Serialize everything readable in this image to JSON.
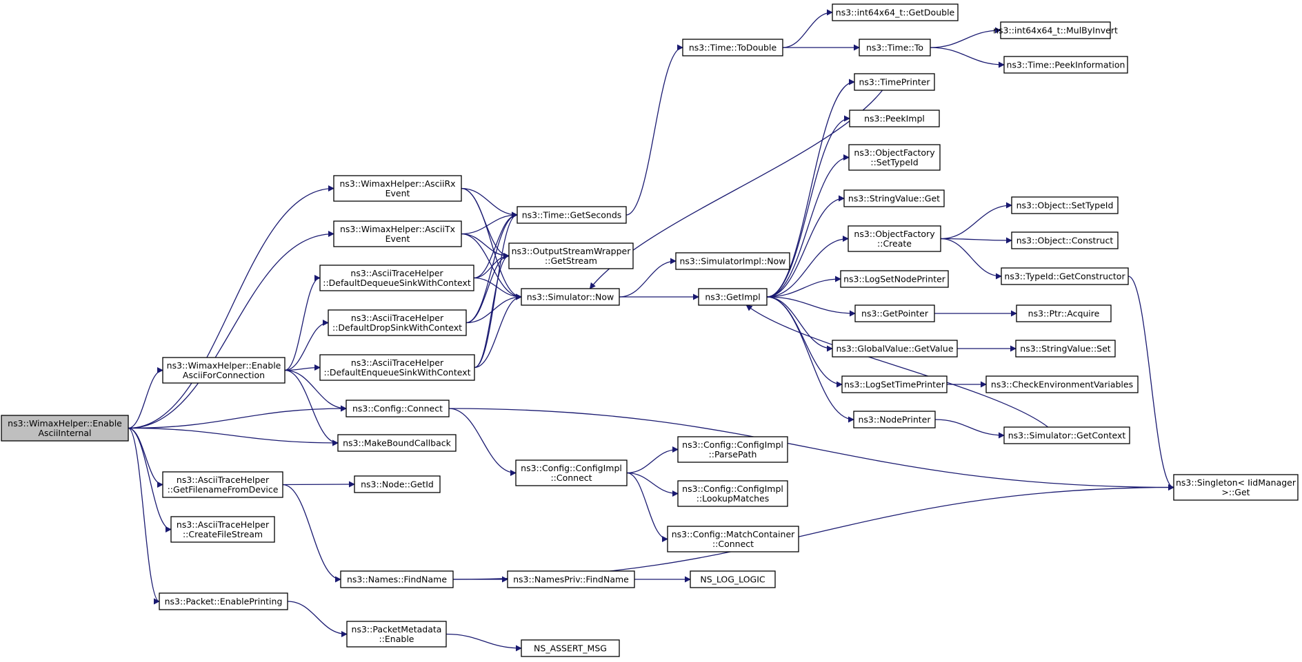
{
  "diagram": {
    "type": "call-graph",
    "colors": {
      "edge": "#191970",
      "node_border": "#000000",
      "node_border_truncated": "#ff0000",
      "root_fill": "#bfbfbf",
      "background": "#ffffff"
    },
    "nodes": [
      {
        "id": "root",
        "lines": [
          "ns3::WimaxHelper::Enable",
          "AsciiInternal"
        ],
        "style": "current"
      },
      {
        "id": "ascii_rx",
        "lines": [
          "ns3::WimaxHelper::AsciiRx",
          "Event"
        ]
      },
      {
        "id": "ascii_tx",
        "lines": [
          "ns3::WimaxHelper::AsciiTx",
          "Event"
        ]
      },
      {
        "id": "dequeue",
        "lines": [
          "ns3::AsciiTraceHelper",
          "::DefaultDequeueSinkWithContext"
        ]
      },
      {
        "id": "drop",
        "lines": [
          "ns3::AsciiTraceHelper",
          "::DefaultDropSinkWithContext"
        ]
      },
      {
        "id": "enqueue",
        "lines": [
          "ns3::AsciiTraceHelper",
          "::DefaultEnqueueSinkWithContext"
        ]
      },
      {
        "id": "enable_conn",
        "lines": [
          "ns3::WimaxHelper::Enable",
          "AsciiForConnection"
        ]
      },
      {
        "id": "config_connect",
        "lines": [
          "ns3::Config::Connect"
        ]
      },
      {
        "id": "make_bound",
        "lines": [
          "ns3::MakeBoundCallback"
        ]
      },
      {
        "id": "get_filename",
        "lines": [
          "ns3::AsciiTraceHelper",
          "::GetFilenameFromDevice"
        ]
      },
      {
        "id": "create_file",
        "lines": [
          "ns3::AsciiTraceHelper",
          "::CreateFileStream"
        ]
      },
      {
        "id": "enable_printing",
        "lines": [
          "ns3::Packet::EnablePrinting"
        ]
      },
      {
        "id": "get_seconds",
        "lines": [
          "ns3::Time::GetSeconds"
        ]
      },
      {
        "id": "get_stream",
        "lines": [
          "ns3::OutputStreamWrapper",
          "::GetStream"
        ]
      },
      {
        "id": "sim_now",
        "lines": [
          "ns3::Simulator::Now"
        ]
      },
      {
        "id": "node_getid",
        "lines": [
          "ns3::Node::GetId"
        ]
      },
      {
        "id": "names_find",
        "lines": [
          "ns3::Names::FindName"
        ]
      },
      {
        "id": "pm_enable",
        "lines": [
          "ns3::PacketMetadata",
          "::Enable"
        ]
      },
      {
        "id": "cfgimpl_connect",
        "lines": [
          "ns3::Config::ConfigImpl",
          "::Connect"
        ]
      },
      {
        "id": "namespriv_find",
        "lines": [
          "ns3::NamesPriv::FindName"
        ]
      },
      {
        "id": "assert_msg",
        "lines": [
          "NS_ASSERT_MSG"
        ]
      },
      {
        "id": "to_double",
        "lines": [
          "ns3::Time::ToDouble"
        ]
      },
      {
        "id": "simimpl_now",
        "lines": [
          "ns3::SimulatorImpl::Now"
        ]
      },
      {
        "id": "get_impl",
        "lines": [
          "ns3::GetImpl"
        ]
      },
      {
        "id": "parse_path",
        "lines": [
          "ns3::Config::ConfigImpl",
          "::ParsePath"
        ]
      },
      {
        "id": "lookup_matches",
        "lines": [
          "ns3::Config::ConfigImpl",
          "::LookupMatches"
        ]
      },
      {
        "id": "mc_connect",
        "lines": [
          "ns3::Config::MatchContainer",
          "::Connect"
        ]
      },
      {
        "id": "log_logic",
        "lines": [
          "NS_LOG_LOGIC"
        ]
      },
      {
        "id": "i64_getdouble",
        "lines": [
          "ns3::int64x64_t::GetDouble"
        ]
      },
      {
        "id": "time_to",
        "lines": [
          "ns3::Time::To"
        ]
      },
      {
        "id": "time_printer",
        "lines": [
          "ns3::TimePrinter"
        ],
        "style": "truncated"
      },
      {
        "id": "peek_impl",
        "lines": [
          "ns3::PeekImpl"
        ]
      },
      {
        "id": "of_settypeid",
        "lines": [
          "ns3::ObjectFactory",
          "::SetTypeId"
        ],
        "style": "truncated"
      },
      {
        "id": "sv_get",
        "lines": [
          "ns3::StringValue::Get"
        ]
      },
      {
        "id": "of_create",
        "lines": [
          "ns3::ObjectFactory",
          "::Create"
        ]
      },
      {
        "id": "log_nodeprinter",
        "lines": [
          "ns3::LogSetNodePrinter"
        ]
      },
      {
        "id": "get_pointer",
        "lines": [
          "ns3::GetPointer"
        ]
      },
      {
        "id": "gv_getvalue",
        "lines": [
          "ns3::GlobalValue::GetValue"
        ]
      },
      {
        "id": "log_timeprinter",
        "lines": [
          "ns3::LogSetTimePrinter"
        ]
      },
      {
        "id": "node_printer",
        "lines": [
          "ns3::NodePrinter"
        ]
      },
      {
        "id": "mul_by_invert",
        "lines": [
          "ns3::int64x64_t::MulByInvert"
        ],
        "style": "truncated"
      },
      {
        "id": "peek_info",
        "lines": [
          "ns3::Time::PeekInformation"
        ],
        "style": "truncated"
      },
      {
        "id": "obj_settypeid",
        "lines": [
          "ns3::Object::SetTypeId"
        ],
        "style": "truncated"
      },
      {
        "id": "obj_construct",
        "lines": [
          "ns3::Object::Construct"
        ],
        "style": "truncated"
      },
      {
        "id": "typeid_getctor",
        "lines": [
          "ns3::TypeId::GetConstructor"
        ],
        "style": "truncated"
      },
      {
        "id": "ptr_acquire",
        "lines": [
          "ns3::Ptr::Acquire"
        ]
      },
      {
        "id": "sv_set",
        "lines": [
          "ns3::StringValue::Set"
        ]
      },
      {
        "id": "check_env",
        "lines": [
          "ns3::CheckEnvironmentVariables"
        ],
        "style": "truncated"
      },
      {
        "id": "sim_getcontext",
        "lines": [
          "ns3::Simulator::GetContext"
        ],
        "style": "truncated"
      },
      {
        "id": "singleton_get",
        "lines": [
          "ns3::Singleton< IidManager",
          ">::Get"
        ]
      }
    ],
    "edges": [
      [
        "root",
        "ascii_rx"
      ],
      [
        "root",
        "ascii_tx"
      ],
      [
        "root",
        "enable_conn"
      ],
      [
        "root",
        "config_connect"
      ],
      [
        "root",
        "make_bound"
      ],
      [
        "root",
        "get_filename"
      ],
      [
        "root",
        "create_file"
      ],
      [
        "root",
        "enable_printing"
      ],
      [
        "ascii_rx",
        "get_seconds"
      ],
      [
        "ascii_rx",
        "get_stream"
      ],
      [
        "ascii_rx",
        "sim_now"
      ],
      [
        "ascii_tx",
        "get_seconds"
      ],
      [
        "ascii_tx",
        "get_stream"
      ],
      [
        "ascii_tx",
        "sim_now"
      ],
      [
        "dequeue",
        "get_seconds"
      ],
      [
        "dequeue",
        "get_stream"
      ],
      [
        "dequeue",
        "sim_now"
      ],
      [
        "drop",
        "get_seconds"
      ],
      [
        "drop",
        "get_stream"
      ],
      [
        "drop",
        "sim_now"
      ],
      [
        "enqueue",
        "get_seconds"
      ],
      [
        "enqueue",
        "get_stream"
      ],
      [
        "enqueue",
        "sim_now"
      ],
      [
        "enable_conn",
        "dequeue"
      ],
      [
        "enable_conn",
        "drop"
      ],
      [
        "enable_conn",
        "enqueue"
      ],
      [
        "enable_conn",
        "config_connect"
      ],
      [
        "enable_conn",
        "make_bound"
      ],
      [
        "config_connect",
        "cfgimpl_connect"
      ],
      [
        "config_connect",
        "singleton_get"
      ],
      [
        "get_filename",
        "node_getid"
      ],
      [
        "get_filename",
        "names_find"
      ],
      [
        "enable_printing",
        "pm_enable"
      ],
      [
        "get_seconds",
        "to_double"
      ],
      [
        "sim_now",
        "simimpl_now"
      ],
      [
        "sim_now",
        "get_impl"
      ],
      [
        "names_find",
        "namespriv_find"
      ],
      [
        "names_find",
        "singleton_get"
      ],
      [
        "pm_enable",
        "assert_msg"
      ],
      [
        "cfgimpl_connect",
        "parse_path"
      ],
      [
        "cfgimpl_connect",
        "lookup_matches"
      ],
      [
        "cfgimpl_connect",
        "mc_connect"
      ],
      [
        "namespriv_find",
        "log_logic"
      ],
      [
        "to_double",
        "i64_getdouble"
      ],
      [
        "to_double",
        "time_to"
      ],
      [
        "time_to",
        "mul_by_invert"
      ],
      [
        "time_to",
        "peek_info"
      ],
      [
        "time_printer",
        "sim_now"
      ],
      [
        "get_impl",
        "time_printer"
      ],
      [
        "get_impl",
        "peek_impl"
      ],
      [
        "get_impl",
        "of_settypeid"
      ],
      [
        "get_impl",
        "sv_get"
      ],
      [
        "get_impl",
        "of_create"
      ],
      [
        "get_impl",
        "log_nodeprinter"
      ],
      [
        "get_impl",
        "get_pointer"
      ],
      [
        "get_impl",
        "gv_getvalue"
      ],
      [
        "get_impl",
        "log_timeprinter"
      ],
      [
        "get_impl",
        "node_printer"
      ],
      [
        "of_create",
        "obj_settypeid"
      ],
      [
        "of_create",
        "obj_construct"
      ],
      [
        "of_create",
        "typeid_getctor"
      ],
      [
        "typeid_getctor",
        "singleton_get"
      ],
      [
        "get_pointer",
        "ptr_acquire"
      ],
      [
        "gv_getvalue",
        "sv_set"
      ],
      [
        "log_timeprinter",
        "check_env"
      ],
      [
        "node_printer",
        "sim_getcontext"
      ],
      [
        "sim_getcontext",
        "get_impl"
      ]
    ]
  }
}
